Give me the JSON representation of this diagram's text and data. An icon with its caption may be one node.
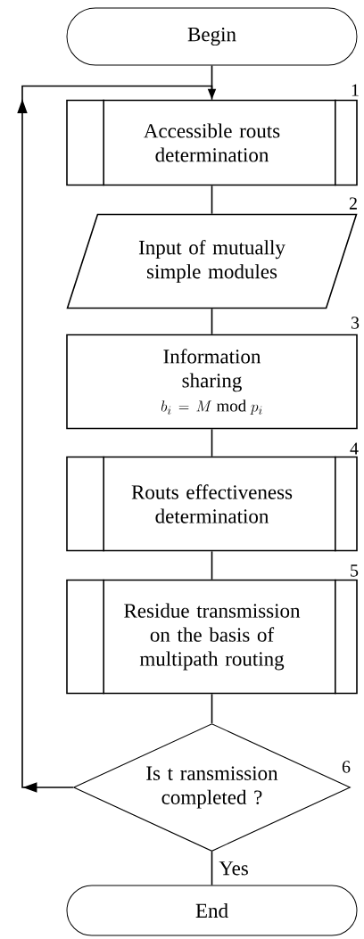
{
  "diagram": {
    "nodes": [
      {
        "text": [
          "Begin"
        ]
      },
      {
        "text": [
          "Accessible routs determination"
        ],
        "beside": [
          "1"
        ]
      },
      {
        "text": [
          "Input of mutually simple modules"
        ],
        "beside": [
          "2"
        ]
      },
      {
        "text": [
          "Information sharing",
          "b_i = M \\bmod p_i"
        ],
        "beside": [
          "3"
        ]
      },
      {
        "text": [
          "Routs effectiveness determination"
        ],
        "beside": [
          "4"
        ]
      },
      {
        "text": [
          "Residue transmission on the basis of multipath routing"
        ],
        "beside": [
          "5"
        ]
      },
      {
        "text": [
          "Is t ransmission completed ?"
        ],
        "beside": [
          "6"
        ]
      },
      {
        "text": [
          "End"
        ]
      }
    ],
    "edges": [
      {
        "from": 0,
        "to": 1,
        "arrow": "none"
      },
      {
        "from": 1,
        "to": 2,
        "arrow": "none"
      },
      {
        "from": 2,
        "to": 3,
        "arrow": "none"
      },
      {
        "from": 3,
        "to": 4,
        "arrow": "none"
      },
      {
        "from": 4,
        "to": 5,
        "arrow": "none"
      },
      {
        "from": 5,
        "to": 6,
        "arrow": "none"
      },
      {
        "from": 6,
        "to": 7,
        "arrow": "none",
        "label": "Yes"
      },
      {
        "from": 6,
        "to": 1,
        "arrow": "to"
      }
    ]
  }
}
